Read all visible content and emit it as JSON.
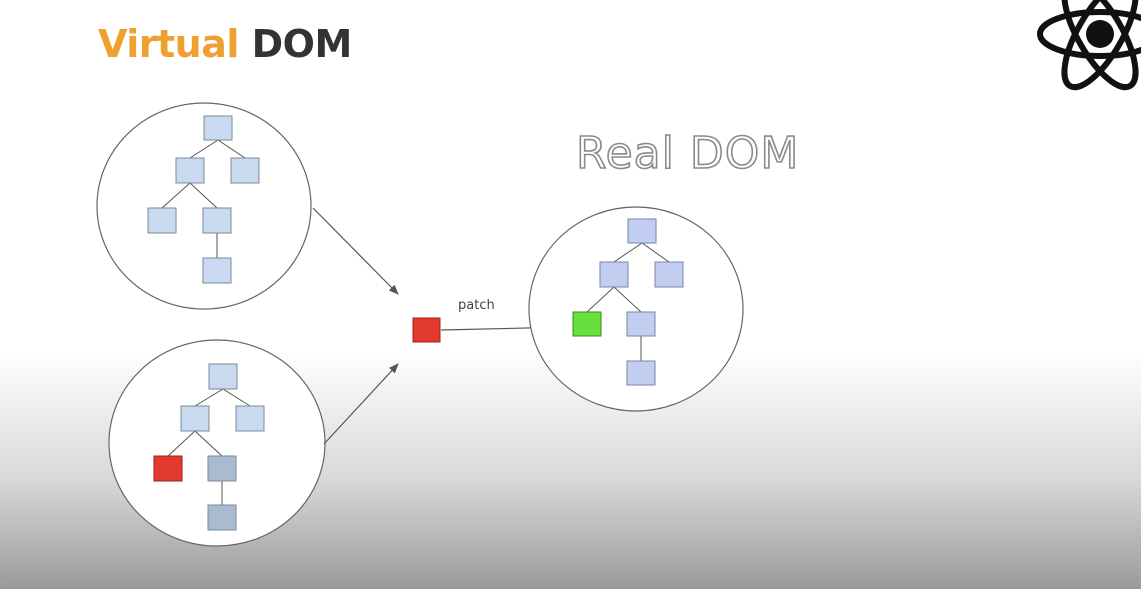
{
  "slide": {
    "title_accent": "Virtual",
    "title_rest": "DOM",
    "real_dom_label": "Real DOM",
    "patch_label": "patch"
  },
  "colors": {
    "title_accent": "#f0a030",
    "title_text": "#333333",
    "node_fill": "#c9daf0",
    "node_fill_real": "#c2cdf2",
    "node_fill_dark": "#a9bccf",
    "changed_node": "#e23a2e",
    "patched_node": "#66e03a",
    "patch_node": "#e23a2e"
  },
  "icons": {
    "logo": "react-atom-icon"
  }
}
